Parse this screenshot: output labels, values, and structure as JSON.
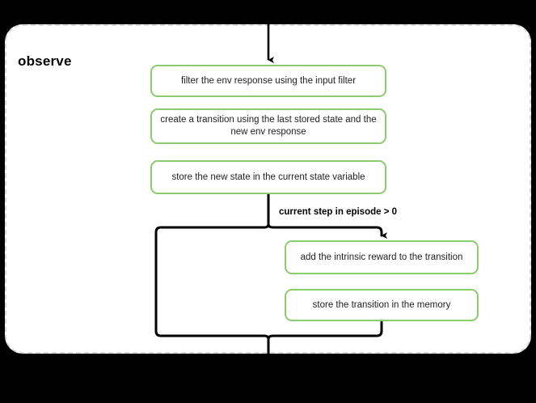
{
  "diagram": {
    "title": "observe",
    "entry_arrow": "down-arrow-icon",
    "nodes": [
      {
        "id": "filter",
        "label": "filter the env response using the input filter"
      },
      {
        "id": "create",
        "label": "create a transition using the last stored state and the new env response"
      },
      {
        "id": "store_state",
        "label": "store the new state in the current state variable"
      },
      {
        "id": "add_reward",
        "label": "add the intrinsic reward to the transition"
      },
      {
        "id": "store_trans",
        "label": "store the transition in the memory"
      }
    ],
    "branch": {
      "condition_label": "current step in episode > 0"
    },
    "colors": {
      "node_border": "#8dcb6f",
      "node_fill": "#ffffff",
      "container_border": "#d9d9d9",
      "container_fill": "#ffffff",
      "connector": "#000000",
      "page_background": "#000000",
      "text": "#222222"
    }
  }
}
